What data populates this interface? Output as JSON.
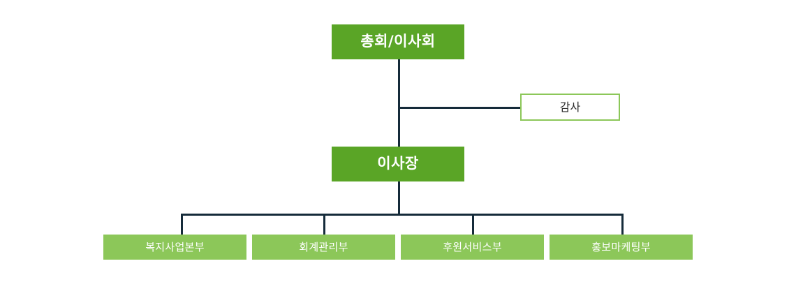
{
  "chart": {
    "type": "org-chart",
    "title": "",
    "background_color": "#ffffff",
    "colors": {
      "primary_green": "#5aa526",
      "light_green": "#8cc759",
      "line_navy": "#152b3a",
      "text_on_green": "#ffffff",
      "text_dark": "#2b2b2b"
    }
  },
  "nodes": {
    "assembly": {
      "label": "총회/이사회",
      "level": 0,
      "style": "primary"
    },
    "auditor": {
      "label": "감사",
      "level": 1,
      "style": "outline"
    },
    "chairman": {
      "label": "이사장",
      "level": 2,
      "style": "primary"
    },
    "departments": [
      {
        "label": "복지사업본부",
        "level": 3,
        "style": "dept"
      },
      {
        "label": "회계관리부",
        "level": 3,
        "style": "dept"
      },
      {
        "label": "후원서비스부",
        "level": 3,
        "style": "dept"
      },
      {
        "label": "홍보마케팅부",
        "level": 3,
        "style": "dept"
      }
    ]
  },
  "edges": [
    {
      "from": "assembly",
      "to": "chairman",
      "kind": "vertical-trunk"
    },
    {
      "from": "assembly",
      "to": "auditor",
      "kind": "side-branch"
    },
    {
      "from": "chairman",
      "to": "복지사업본부",
      "kind": "distribution"
    },
    {
      "from": "chairman",
      "to": "회계관리부",
      "kind": "distribution"
    },
    {
      "from": "chairman",
      "to": "후원서비스부",
      "kind": "distribution"
    },
    {
      "from": "chairman",
      "to": "홍보마케팅부",
      "kind": "distribution"
    }
  ]
}
